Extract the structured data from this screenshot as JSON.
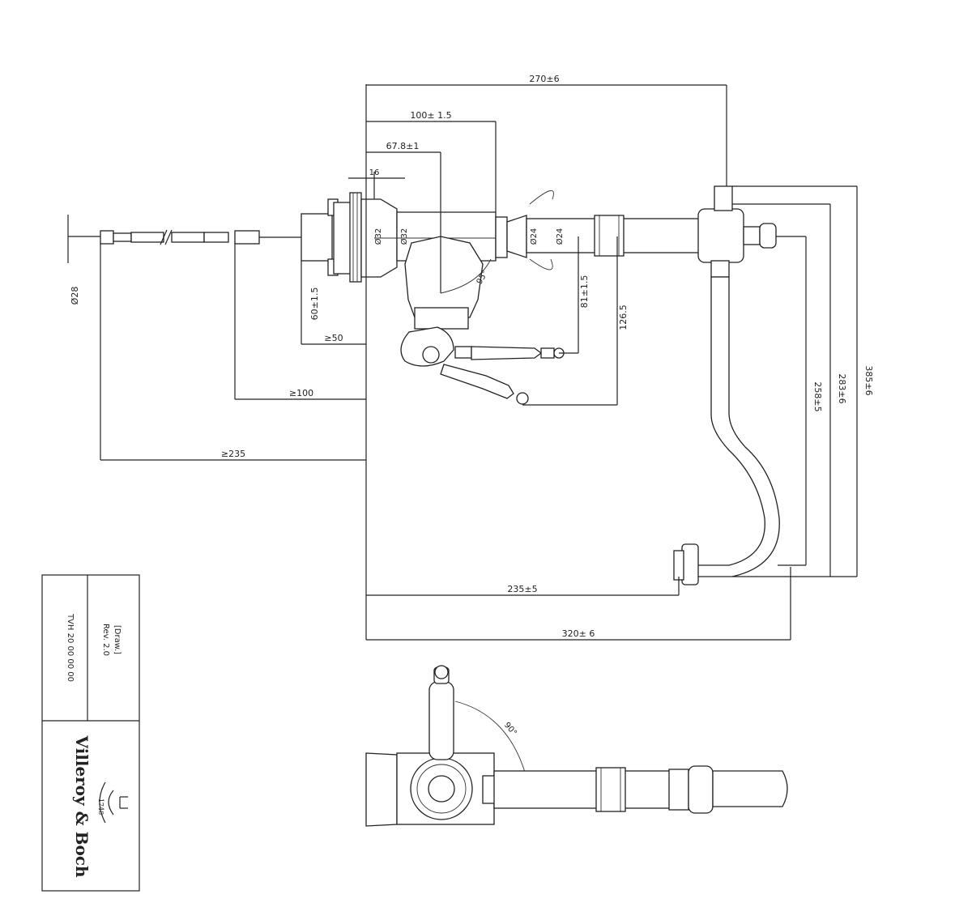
{
  "dimensions": {
    "top_overall": "270±6",
    "top_second": "100± 1.5",
    "top_third": "67.8±1",
    "small_top": "16",
    "left_vertical": "Ø28",
    "pipe_dia_a": "Ø32",
    "pipe_dia_b": "Ø32",
    "nut_dia": "Ø24",
    "collar_dia": "Ø24",
    "wall_depth": "60±1.5",
    "handle_drop_a": "81±1.5",
    "handle_drop_b": "126.5",
    "min_50": "≥50",
    "min_100": "≥100",
    "min_235": "≥235",
    "angle_label": "95°",
    "right_v1": "258±5",
    "right_v2": "283±6",
    "right_v3": "385±6",
    "bottom_inner": "235±5",
    "bottom_outer": "320± 6",
    "plan_angle": "90°"
  },
  "title_block": {
    "doc_number": "TVH 20 00 00 00",
    "note_line1": "Rev. 2.0",
    "note_line2": "[Draw.]",
    "brand": "Villeroy & Boch",
    "since": "1748"
  }
}
